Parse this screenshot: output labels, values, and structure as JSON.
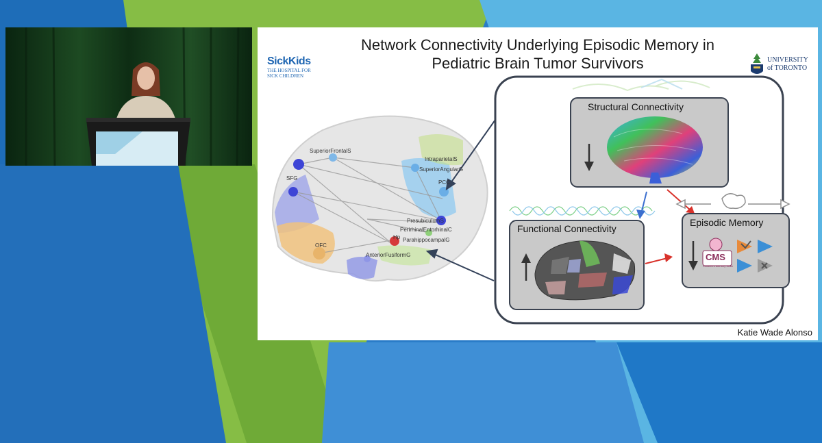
{
  "slide": {
    "title_line1": "Network Connectivity Underlying Episodic Memory in",
    "title_line2": "Pediatric Brain Tumor Survivors",
    "presenter": "Katie Wade Alonso"
  },
  "logos": {
    "sickkids_brand": "SickKids",
    "sickkids_sub1": "THE HOSPITAL FOR",
    "sickkids_sub2": "SICK CHILDREN",
    "uoft_line1": "UNIVERSITY",
    "uoft_line2": "of TORONTO"
  },
  "brain_rois": [
    {
      "label": "SuperiorFrontalS"
    },
    {
      "label": "IntraparietalS"
    },
    {
      "label": "SuperiorAngularG"
    },
    {
      "label": "SFG"
    },
    {
      "label": "PCC"
    },
    {
      "label": "PresubiculumS"
    },
    {
      "label": "PerirhinalEntorhinalC"
    },
    {
      "label": "Hp"
    },
    {
      "label": "ParahippocampalG"
    },
    {
      "label": "OFC"
    },
    {
      "label": "AnteriorFusiformG"
    }
  ],
  "panels": {
    "structural": "Structural Connectivity",
    "functional": "Functional Connectivity",
    "episodic": "Episodic Memory",
    "cms_logo": "CMS",
    "cms_sub": "Children's Memory Scale"
  },
  "colors": {
    "bg_blue": "#2f86d1",
    "bg_green": "#8cc04a",
    "bg_light": "#5bb6e4",
    "panel_gray": "#c9c9c9",
    "arrow_red": "#d9322b",
    "arrow_blue": "#3b6fcf"
  }
}
